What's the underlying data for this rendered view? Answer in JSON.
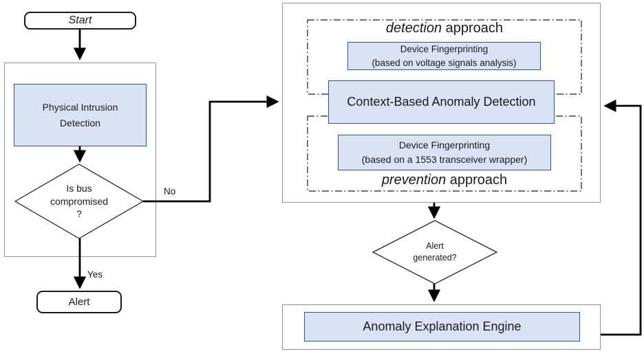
{
  "colors": {
    "box_fill": "#dae3f3",
    "box_border": "#2f5496",
    "container_border": "#939393",
    "line_color": "#000000"
  },
  "left_flow": {
    "start_label": "Start",
    "physical_intrusion_label": "Physical Intrusion Detection",
    "bus_diamond": {
      "line1": "Is bus",
      "line2": "compromised",
      "line3": "?"
    },
    "no_label": "No",
    "yes_label": "Yes",
    "alert_label": "Alert"
  },
  "detection_section": {
    "title_italic": "detection",
    "title_rest": " approach",
    "fingerprint_line1": "Device Fingerprinting",
    "fingerprint_line2": "(based on voltage signals analysis)"
  },
  "context_box_label": "Context-Based Anomaly Detection",
  "prevention_section": {
    "title_italic": "prevention",
    "title_rest": " approach",
    "fingerprint_line1": "Device Fingerprinting",
    "fingerprint_line2": "(based on a 1553 transceiver wrapper)"
  },
  "alert_diamond": {
    "line1": "Alert",
    "line2": "generated?"
  },
  "engine_label": "Anomaly Explanation Engine"
}
